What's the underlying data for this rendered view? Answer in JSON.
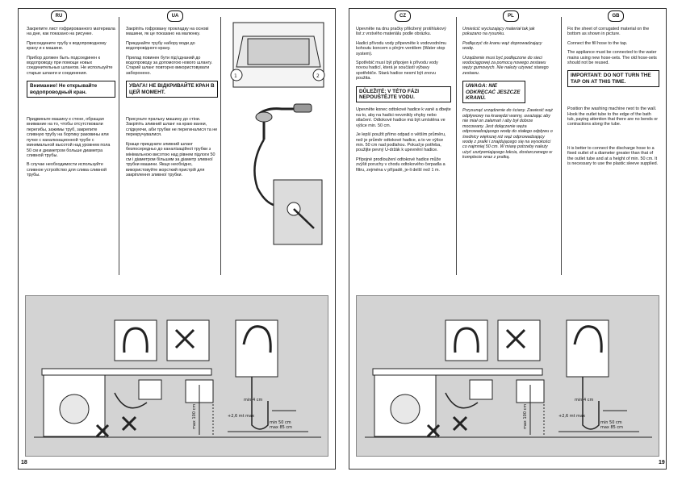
{
  "left_page": {
    "number": "18",
    "column_ru": {
      "lang": "RU",
      "p1": "Закрепите лист гофрированного материала на дне, как показано на рисунке.",
      "p2": "Присоедините трубу к водопроводному крану и к машине.",
      "p3": "Прибор должен быть подсоединен к водопроводу при помощи новых соединительных шлангов. Не используйте старые шланги и соединения.",
      "warning": "Внимание! Не открывайте водопроводный кран.",
      "p4": "Придвиньте машину к стене, обращая внимание на то, чтобы отсутствовали перегибы, зажимы труб, закрепите сливную трубу на бортику раковины или пучке с канализационной трубе с минимальной высотой над уровнем пола 50 см и диаметром больше диаметра сливной трубы.",
      "p5": "В случае необходимости используйте сливное устройство для слива сливной трубы."
    },
    "column_ua": {
      "lang": "UA",
      "p1": "Закріпіть гофровану прокладку на основі машини, як це показано на малюнку.",
      "p2": "Приєднайте трубу набору води до водопровідного крану.",
      "p3": "Прилад повинен бути під'єднаний до водопроводу за допомогою нового шлангу. Старий шланг повторно використовувати заборонено.",
      "warning": "УВАГА! НЕ ВІДКРИВАЙТЕ КРАН В ЦЕЙ МОМЕНТ.",
      "p4": "Присуньте пральну машину до стіни. Закріпіть зливний шланг на краю ванни, слідкуючи, аби трубки не перегиналися та не перекручувалися.",
      "p5": "Краще приєднати зливний шланг безпосередньо до каналізаційної трубки з мінімальною висотою над рівнем підлоги 50 см і діаметром більшим за діаметр зливної трубки машини. Якщо необхідно, використовуйте жорсткий пристрій для закріплення зливної трубки."
    }
  },
  "right_page": {
    "number": "19",
    "column_cz": {
      "lang": "CZ",
      "p1": "Upevněte na dnu pračky přiložený protihlukový list z vrstvého materiálu podle obrázku.",
      "p2": "Hadici přívodu vody připevněte k vodovodnímu kohoutu koncem s plným ventilem (Water stop system).",
      "p3": "Spotřebič musí být připojen k přívodu vody novou hadicí, která je součástí výbavy spotřebiče. Stará hadice nesmí být znovu použita.",
      "warning": "DŮLEŽITÉ: V TÉTO FÁZI NEPOUŠTĚJTE VODU.",
      "p4": "Upevněte konec odtokové hadice k vaně a dbejte na to, aby na hadici nevznikly ohyby nebo stlačení. Odtokové hadice má být umístěna ve výšce min. 50 cm.",
      "p5": "Je lepší použít přímo odpad o větším průměru, než je průměr odtokové hadice, a to ve výšce min. 50 cm nad podlahou. Pokud je potřeba, použijte pevný U-držák k upevnění hadice.",
      "p6": "Přípojné prodloužení odtokové hadice může zvýšit poruchy v chodu odtokového čerpadla a filtru, zejména v případě, je-li delší než 1 m."
    },
    "column_pl": {
      "lang": "PL",
      "p1": "Umieścić wyciszający materiał tak jak pokazano na rysunku.",
      "p2": "Podłączyć do kranu wąż doprowadzający wodę.",
      "p3": "Urządzenie musi być podłączone do sieci wodociągowej za pomocą nowego zestawu węży gumowych. Nie należy używać starego zestawu.",
      "warning": "UWAGA: NIE ODKRĘCAĆ JESZCZE KRANU.",
      "p4": "Przysunąć urządzenie do ściany. Zawiesić wąż odpływowy na krawędzi wanny, uważając aby nie miał on załamań i aby był dobrze mocowany. Jest dołączenie węża odprowadzającego wodę do stałego odpływu o średnicy większej niż wąż odprowadzający wodę z pralki i znajdującego się na wysokości co najmniej 50 cm. W miarę potrzeby należy użyć usztywniającego łokcia, dostarczanego w komplecie wraz z pralką."
    },
    "column_gb": {
      "lang": "GB",
      "p1": "Fix the sheet of corrugated material on the bottom as shown in picture.",
      "p2": "Connect the fill hose to the tap.",
      "p3": "The appliance must be connected to the water mains using new hose-sets. The old hose-sets should not be reused.",
      "warning": "IMPORTANT: DO NOT TURN THE TAP ON AT THIS TIME.",
      "p4": "Position the washing machine next to the wall. Hook the outlet tube to the edge of the bath tub, paying attention that there are no bends or contractions along the tube.",
      "p5": "It is better to connect the discharge hose to a fixed outlet of a diameter greater than that of the outlet tube and at a height of min. 50 cm. It is necessary to use the plastic sleeve supplied."
    }
  },
  "diagram_labels": {
    "min_height": "min 4 cm",
    "max_100": "max 100 cm",
    "max_26": "+2,6 mt max",
    "min_50": "min 50 cm",
    "max_85": "max 85 cm"
  }
}
